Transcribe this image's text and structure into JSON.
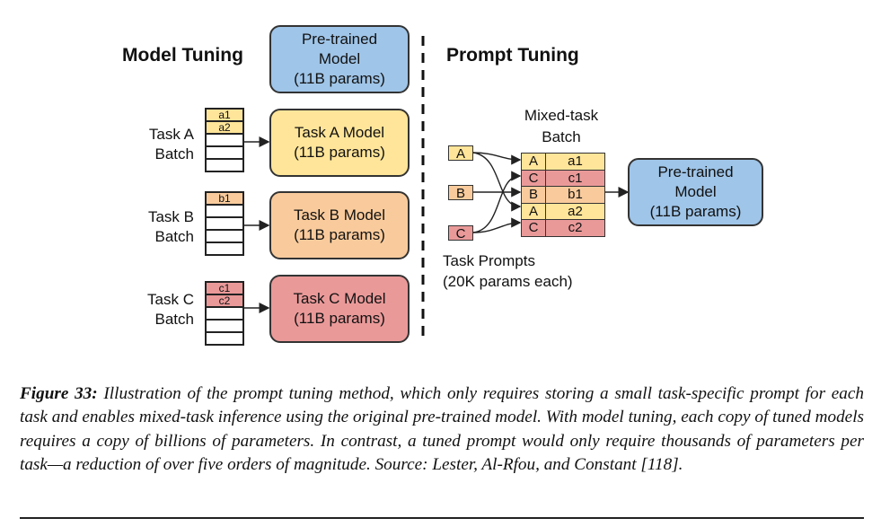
{
  "left": {
    "title": "Model Tuning",
    "pretrained": {
      "line1": "Pre-trained",
      "line2": "Model",
      "line3": "(11B params)",
      "color": "#9fc5e8"
    },
    "tasks": [
      {
        "label1": "Task A",
        "label2": "Batch",
        "model1": "Task A Model",
        "model2": "(11B params)",
        "color": "#ffe599",
        "cells": [
          "a1",
          "a2",
          "",
          "",
          ""
        ]
      },
      {
        "label1": "Task B",
        "label2": "Batch",
        "model1": "Task B Model",
        "model2": "(11B params)",
        "color": "#f9cb9c",
        "cells": [
          "b1",
          "",
          "",
          "",
          ""
        ]
      },
      {
        "label1": "Task C",
        "label2": "Batch",
        "model1": "Task C Model",
        "model2": "(11B params)",
        "color": "#ea9999",
        "cells": [
          "c1",
          "c2",
          "",
          "",
          ""
        ]
      }
    ]
  },
  "right": {
    "title": "Prompt Tuning",
    "mixed_label1": "Mixed-task",
    "mixed_label2": "Batch",
    "prompts": [
      {
        "label": "A",
        "color": "#ffe599"
      },
      {
        "label": "B",
        "color": "#f9cb9c"
      },
      {
        "label": "C",
        "color": "#ea9999"
      }
    ],
    "mixed_rows": [
      {
        "task": "A",
        "value": "a1"
      },
      {
        "task": "C",
        "value": "c1"
      },
      {
        "task": "B",
        "value": "b1"
      },
      {
        "task": "A",
        "value": "a2"
      },
      {
        "task": "C",
        "value": "c2"
      }
    ],
    "task_prompts1": "Task Prompts",
    "task_prompts2": "(20K params each)",
    "pretrained": {
      "line1": "Pre-trained",
      "line2": "Model",
      "line3": "(11B params)",
      "color": "#9fc5e8"
    }
  },
  "caption": {
    "figure_label": "Figure 33:",
    "text": "Illustration of the prompt tuning method, which only requires storing a small task-specific prompt for each task and enables mixed-task inference using the original pre-trained model. With model tuning, each copy of tuned models requires a copy of billions of parameters. In contrast, a tuned prompt would only require thousands of parameters per task—a reduction of over five orders of magnitude. Source: Lester, Al-Rfou, and Constant [118]."
  }
}
